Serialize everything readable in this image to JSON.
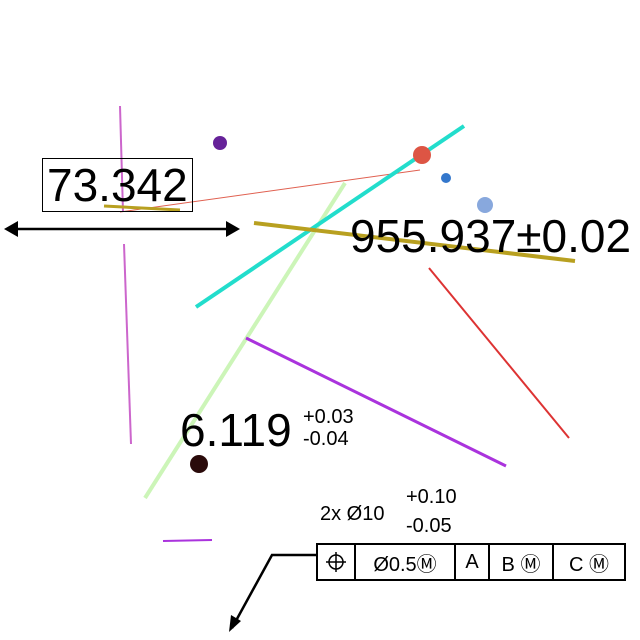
{
  "dimensions": {
    "linear_boxed": {
      "value": "73.342"
    },
    "sym_tol": {
      "value": "955.937±0.02"
    },
    "plus_minus": {
      "value": "6.119",
      "upper": "+0.03",
      "lower": "-0.04"
    }
  },
  "hole_callout": {
    "prefix": "2x Ø10",
    "upper": "+0.10",
    "lower": "-0.05"
  },
  "feature_control_frame": {
    "symbol": "position-icon",
    "tolerance": "Ø0.5Ⓜ",
    "datum_a": "A",
    "datum_b": "B Ⓜ",
    "datum_c": "C Ⓜ"
  },
  "colors": {
    "purple_line": "#cc66cc",
    "cyan_line": "#22ddcc",
    "lightgreen_line": "#ccf5b8",
    "olive_line": "#b8a020",
    "violet_line": "#aa33dd",
    "red_line": "#dd3333",
    "thin_red_line": "#e06050",
    "dot_purple": "#662299",
    "dot_orange": "#dd5544",
    "dot_blue": "#3377cc",
    "dot_lightblue": "#88a8dd",
    "dot_dark": "#2a0a0a"
  }
}
